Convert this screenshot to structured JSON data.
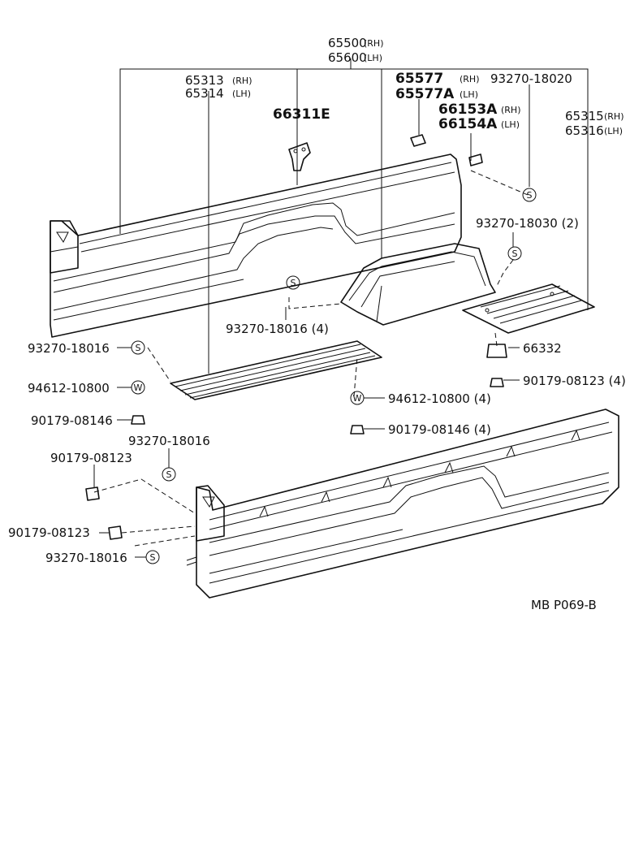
{
  "header": {
    "side_panel_rh": "65500",
    "side_panel_rh_tag": "(RH)",
    "side_panel_lh": "65600",
    "side_panel_lh_tag": "(LH)"
  },
  "parts": {
    "p65313": "65313",
    "p65313_tag": "(RH)",
    "p65314": "65314",
    "p65314_tag": "(LH)",
    "p66311E": "66311E",
    "p65577": "65577",
    "p65577_tag": "(RH)",
    "p65577A": "65577A",
    "p65577A_tag": "(LH)",
    "p93270_18020": "93270-18020",
    "p66153A": "66153A",
    "p66153A_tag": "(RH)",
    "p66154A": "66154A",
    "p66154A_tag": "(LH)",
    "p65315": "65315",
    "p65315_tag": "(RH)",
    "p65316": "65316",
    "p65316_tag": "(LH)",
    "p93270_18030": "93270-18030 (2)",
    "p93270_18016_4": "93270-18016 (4)",
    "p93270_18016_a": "93270-18016",
    "p94612_10800_a": "94612-10800",
    "p90179_08146_a": "90179-08146",
    "p93270_18016_b": "93270-18016",
    "p90179_08123_a": "90179-08123",
    "p90179_08123_b": "90179-08123",
    "p93270_18016_c": "93270-18016",
    "p94612_10800_4": "94612-10800 (4)",
    "p90179_08146_4": "90179-08146 (4)",
    "p66332": "66332",
    "p90179_08123_4": "90179-08123 (4)"
  },
  "symbols": {
    "screw": "S",
    "washer": "W"
  },
  "footer": {
    "ref": "MB  P069-B"
  }
}
